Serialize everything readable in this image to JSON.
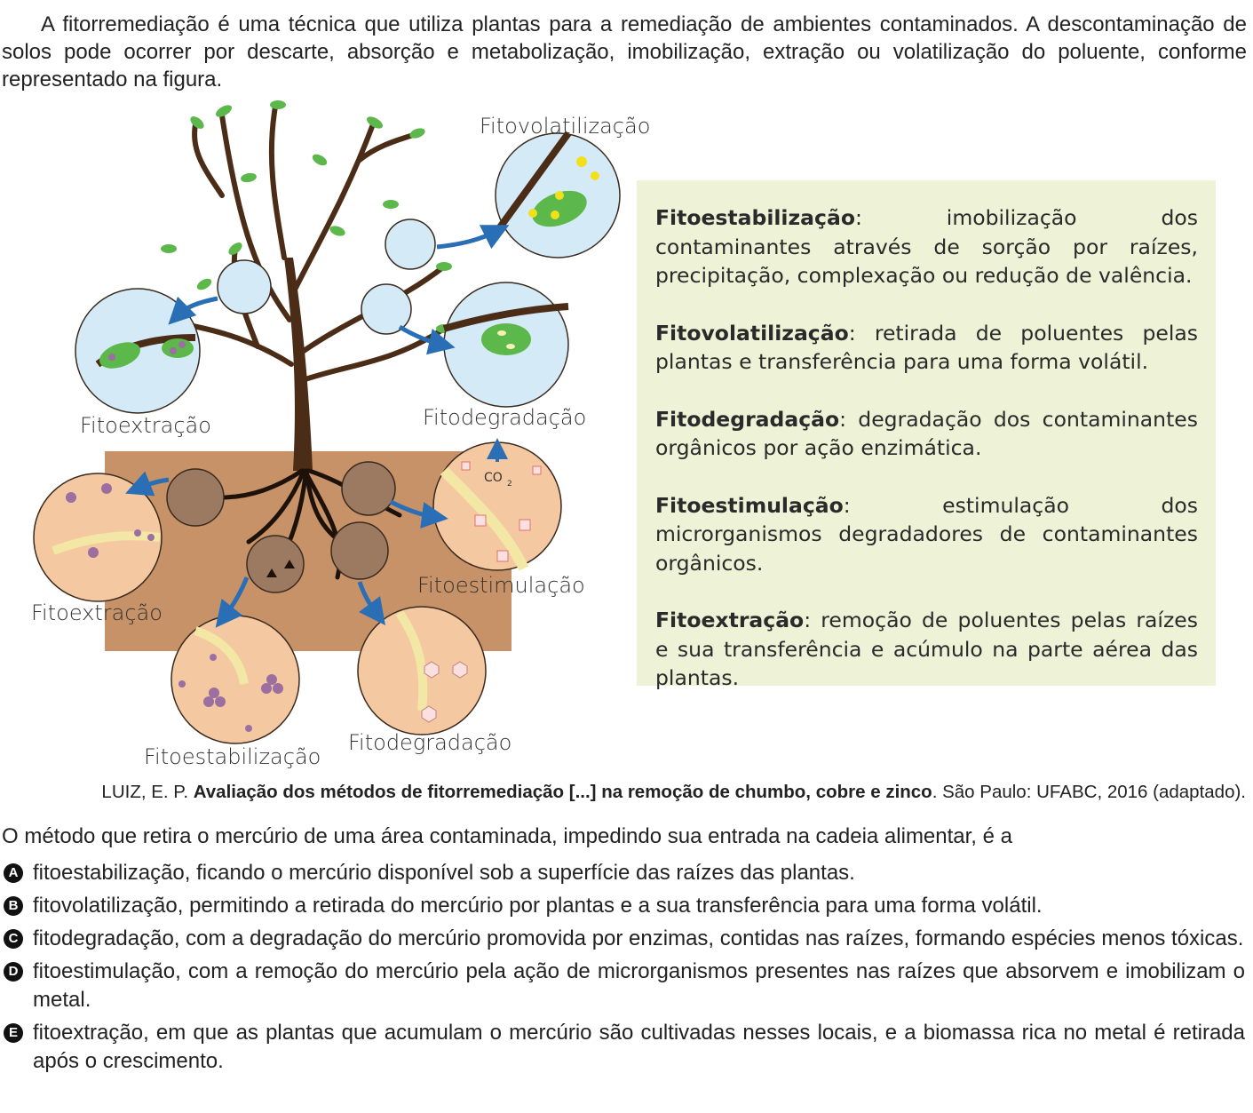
{
  "intro_text": "A fitorremediação é uma técnica que utiliza plantas para a remediação de ambientes contaminados. A descontaminação de solos pode ocorrer por descarte, absorção e metabolização, imobilização, extração ou volatilização do poluente, conforme representado na figura.",
  "figure": {
    "labels": {
      "fitovolatilizacao": "Fitovolatilização",
      "fitoextracao_top": "Fitoextração",
      "fitodegradacao_top": "Fitodegradação",
      "fitoextracao_root": "Fitoextração",
      "fitoestimulacao": "Fitoestimulação",
      "fitoestabilizacao": "Fitoestabilização",
      "fitodegradacao_root": "Fitodegradação",
      "co2": "CO",
      "co2_sub": "2"
    },
    "colors": {
      "soil": "#c79267",
      "trunk": "#4a2c17",
      "leaf": "#5cb84a",
      "air_circle": "#d4ebf7",
      "soil_circle": "#f4c9a2",
      "root_circle": "#9c7a62",
      "arrow": "#2a6fb5",
      "definition_box": "#eef2d6"
    }
  },
  "definitions": [
    {
      "term": "Fitoestabilização",
      "text": ": imobilização dos contaminantes através de sorção por raízes, precipitação, complexação ou redução de valência."
    },
    {
      "term": "Fitovolatilização",
      "text": ": retirada de poluentes pelas plantas e transferência para uma forma volátil."
    },
    {
      "term": "Fitodegradação",
      "text": ": degradação dos contaminantes orgânicos por ação enzimática."
    },
    {
      "term": "Fitoestimulação",
      "text": ": estimulação dos microrganismos degradadores de contaminantes orgânicos."
    },
    {
      "term": "Fitoextração",
      "text": ": remoção de poluentes pelas raízes e sua transferência e acúmulo na parte aérea das plantas."
    }
  ],
  "source": {
    "author": "LUIZ, E. P. ",
    "title": "Avaliação dos métodos de fitorremediação [...] na remoção de chumbo, cobre e zinco",
    "rest": ". São Paulo: UFABC, 2016 (adaptado)."
  },
  "question": "O método que retira o mercúrio de uma área contaminada, impedindo sua entrada na cadeia alimentar, é a",
  "options": [
    {
      "letter": "A",
      "text": "fitoestabilização, ficando o mercúrio disponível sob a superfície das raízes das plantas."
    },
    {
      "letter": "B",
      "text": "fitovolatilização, permitindo a retirada do mercúrio por plantas e a sua transferência para uma forma volátil."
    },
    {
      "letter": "C",
      "text": "fitodegradação, com a degradação do mercúrio promovida por enzimas, contidas nas raízes, formando espécies menos tóxicas."
    },
    {
      "letter": "D",
      "text": "fitoestimulação, com a remoção do mercúrio pela ação de microrganismos presentes nas raízes que absorvem e imobilizam o metal."
    },
    {
      "letter": "E",
      "text": "fitoextração, em que as plantas que acumulam o mercúrio são cultivadas nesses locais, e a biomassa rica no metal é retirada após o crescimento."
    }
  ]
}
